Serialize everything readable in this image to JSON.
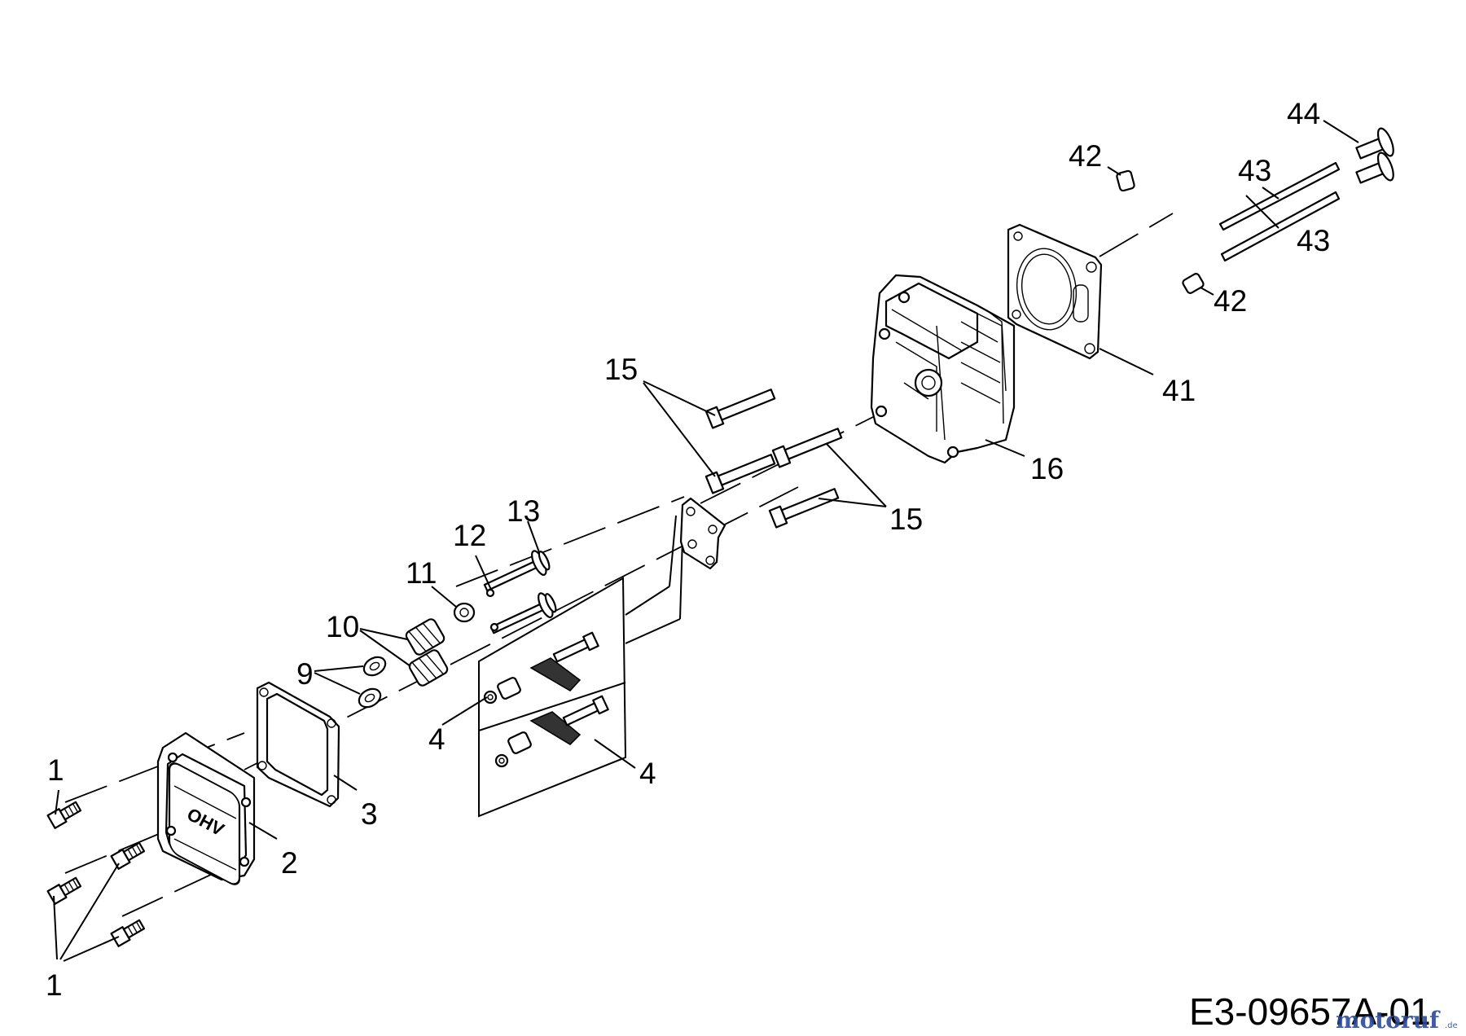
{
  "diagram": {
    "type": "exploded parts diagram",
    "callouts": {
      "c1a": "1",
      "c1b": "1",
      "c2": "2",
      "c3": "3",
      "c4a": "4",
      "c4b": "4",
      "c9": "9",
      "c10": "10",
      "c11": "11",
      "c12": "12",
      "c13": "13",
      "c15a": "15",
      "c15b": "15",
      "c16": "16",
      "c41": "41",
      "c42a": "42",
      "c42b": "42",
      "c43a": "43",
      "c43b": "43",
      "c44": "44"
    },
    "cover_logo_text": "OHV",
    "drawing_code": "E3-09657A-01",
    "watermark": {
      "main": "motoruf",
      "suffix": ".de"
    }
  }
}
